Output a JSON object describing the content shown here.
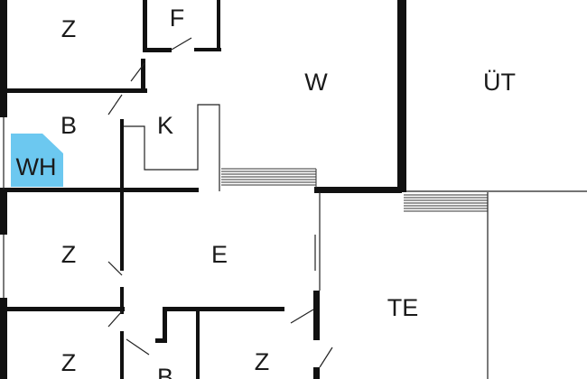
{
  "floorplan": {
    "rooms": [
      {
        "id": "room-z-top-left",
        "label": "Z"
      },
      {
        "id": "room-f",
        "label": "F"
      },
      {
        "id": "room-w",
        "label": "W"
      },
      {
        "id": "room-ut",
        "label": "ÜT"
      },
      {
        "id": "room-b",
        "label": "B"
      },
      {
        "id": "room-k",
        "label": "K"
      },
      {
        "id": "fixture-wh",
        "label": "WH"
      },
      {
        "id": "room-z-mid-left",
        "label": "Z"
      },
      {
        "id": "room-e",
        "label": "E"
      },
      {
        "id": "room-te",
        "label": "TE"
      },
      {
        "id": "room-z-bottom-left",
        "label": "Z"
      },
      {
        "id": "room-b-bottom",
        "label": "B"
      },
      {
        "id": "room-z-bottom-mid",
        "label": "Z"
      }
    ],
    "colors": {
      "wall": "#111111",
      "thin": "#222222",
      "fixture": "#6cc8f0",
      "stairs": "#333333"
    }
  }
}
